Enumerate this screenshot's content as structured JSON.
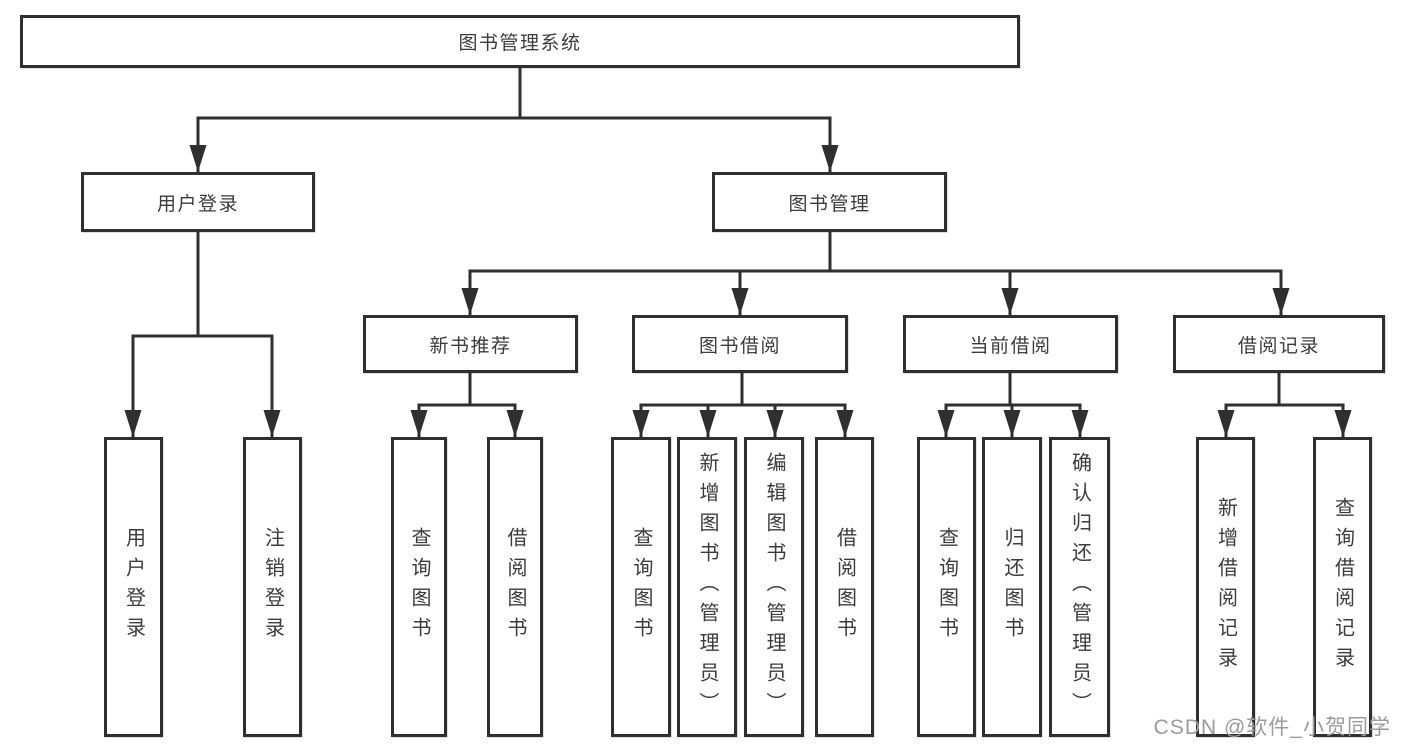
{
  "diagram": {
    "root": {
      "label": "图书管理系统"
    },
    "level2": [
      {
        "label": "用户登录"
      },
      {
        "label": "图书管理"
      }
    ],
    "level3": [
      {
        "label": "新书推荐"
      },
      {
        "label": "图书借阅"
      },
      {
        "label": "当前借阅"
      },
      {
        "label": "借阅记录"
      }
    ],
    "leaves": {
      "user_login": [
        {
          "label": "用户登录"
        },
        {
          "label": "注销登录"
        }
      ],
      "new_book": [
        {
          "label": "查询图书"
        },
        {
          "label": "借阅图书"
        }
      ],
      "borrow": [
        {
          "label": "查询图书"
        },
        {
          "label": "新增图书（管理员）"
        },
        {
          "label": "编辑图书（管理员）"
        },
        {
          "label": "借阅图书"
        }
      ],
      "current": [
        {
          "label": "查询图书"
        },
        {
          "label": "归还图书"
        },
        {
          "label": "确认归还（管理员）"
        }
      ],
      "records": [
        {
          "label": "新增借阅记录"
        },
        {
          "label": "查询借阅记录"
        }
      ]
    }
  },
  "watermark": {
    "text": "CSDN @软件_小贺同学"
  },
  "colors": {
    "line": "#2f2f2f",
    "text": "#3c3c3c",
    "box_background": "#ffffff",
    "watermark": "#9b9b9b",
    "page_background": "#ffffff"
  }
}
